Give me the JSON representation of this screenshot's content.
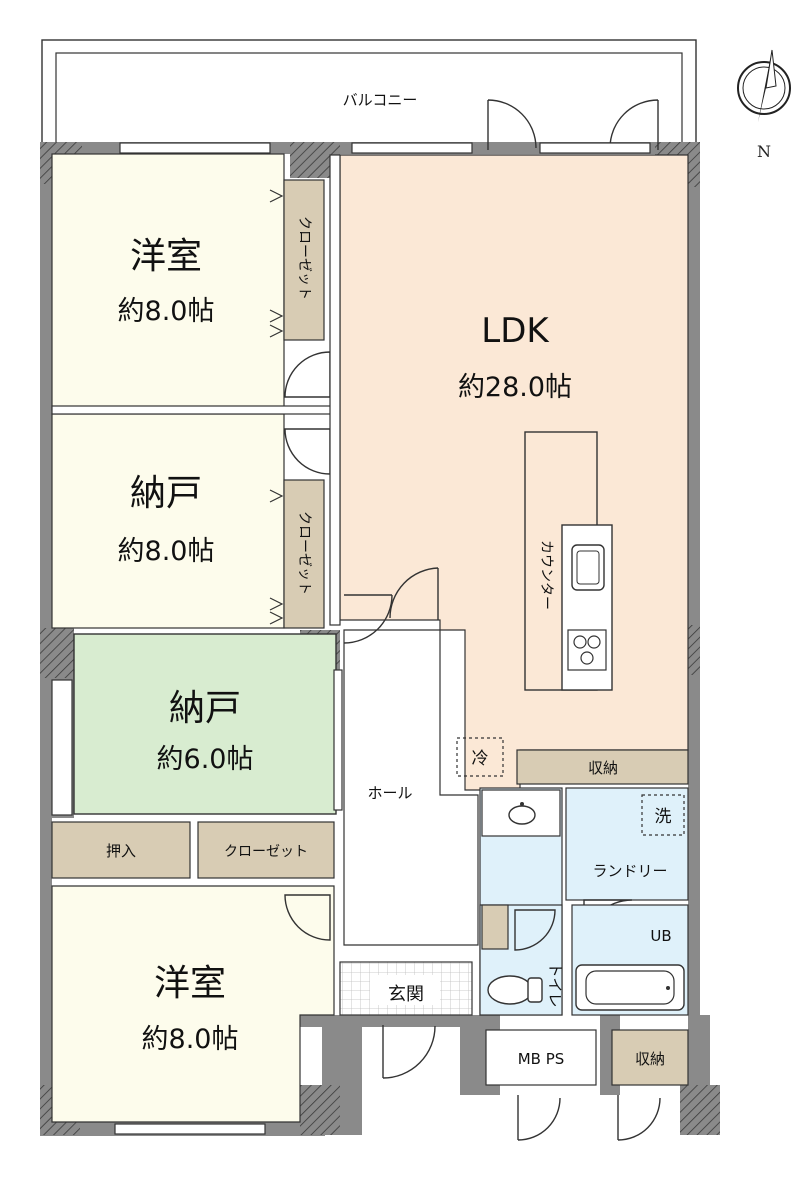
{
  "compass": {
    "label": "N"
  },
  "balcony": {
    "label": "バルコニー"
  },
  "rooms": {
    "yoshitsu_top": {
      "name": "洋室",
      "size": "約8.0帖"
    },
    "nando_upper": {
      "name": "納戸",
      "size": "約8.0帖"
    },
    "nando_green": {
      "name": "納戸",
      "size": "約6.0帖"
    },
    "yoshitsu_bottom": {
      "name": "洋室",
      "size": "約8.0帖"
    },
    "ldk": {
      "name": "LDK",
      "size": "約28.0帖"
    },
    "hall": {
      "name": "ホール"
    },
    "genkan": {
      "name": "玄関"
    },
    "laundry": {
      "name": "ランドリー"
    },
    "ub": {
      "name": "UB"
    },
    "toilet": {
      "name": "トイレ"
    },
    "mbps": {
      "name": "MB PS"
    }
  },
  "fixtures": {
    "closet_1": "クローゼット",
    "closet_2": "クローゼット",
    "closet_3": "クローゼット",
    "oshiire": "押入",
    "storage_ldk": "収納",
    "storage_entry": "収納",
    "counter": "カウンター",
    "fridge": "冷",
    "washer": "洗"
  },
  "colors": {
    "western_room": "#fdfcec",
    "ldk": "#fbe8d6",
    "green_room": "#d8ecd0",
    "storage": "#d8ccb4",
    "wet_area": "#dff1fa",
    "wall": "#8a8a8a"
  }
}
